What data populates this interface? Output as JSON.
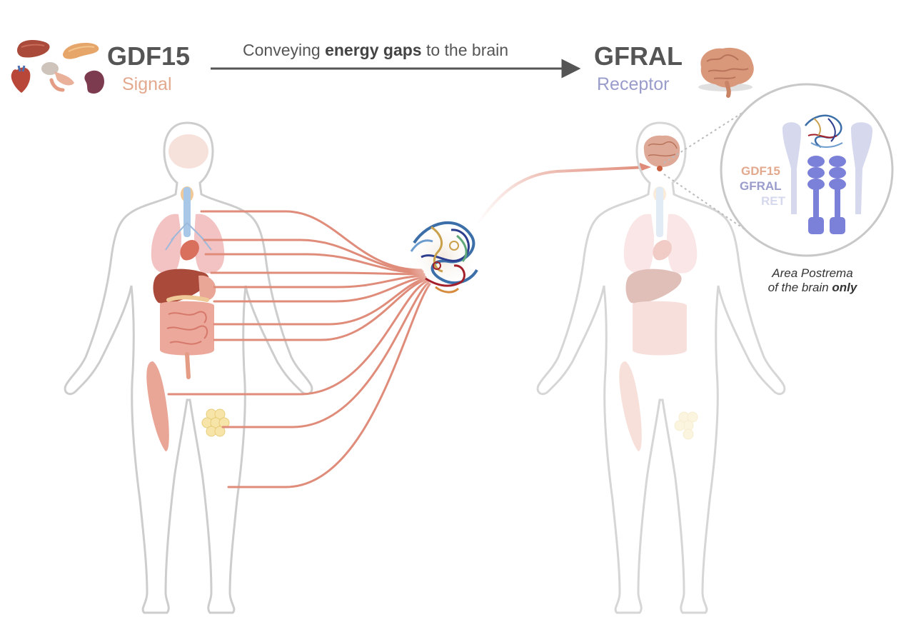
{
  "header": {
    "signal_title": "GDF15",
    "signal_subtitle": "Signal",
    "arrow_text_before": "Conveying ",
    "arrow_text_bold": "energy gaps",
    "arrow_text_after": " to the brain",
    "receptor_title": "GFRAL",
    "receptor_subtitle": "Receptor"
  },
  "legend": {
    "gdf15": "GDF15",
    "gfral": "GFRAL",
    "ret": "RET"
  },
  "caption": {
    "line1": "Area Postrema",
    "line2_before": "of the brain ",
    "line2_bold": "only"
  },
  "icons": {
    "organs": [
      "liver-icon",
      "pancreas-icon",
      "heart-icon",
      "stomach-icon",
      "kidney-icon"
    ],
    "brain": "brain-icon",
    "protein": "gdf15-protein-icon"
  },
  "colors": {
    "signal": "#E3A98E",
    "receptor": "#9A9CCB",
    "receptor_strong": "#7B80D8",
    "ret": "#D6D8EE",
    "connector": "#E08C7A",
    "body_outline": "#C8C8C8",
    "text": "#555555"
  }
}
